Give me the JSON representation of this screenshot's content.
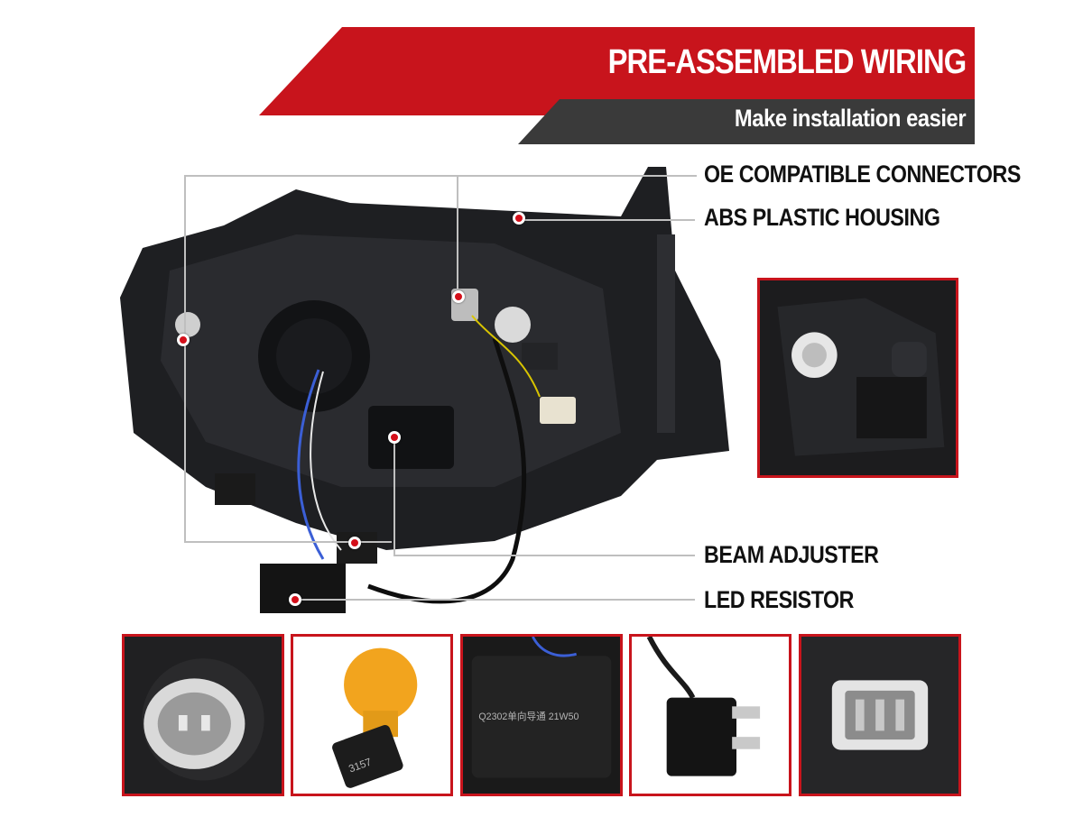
{
  "banner": {
    "title": "PRE-ASSEMBLED WIRING",
    "subtitle": "Make installation easier"
  },
  "callouts": [
    "OE COMPATIBLE CONNECTORS",
    "ABS PLASTIC HOUSING",
    "BEAM ADJUSTER",
    "LED RESISTOR"
  ],
  "insets": {
    "resistor_print": "Q2302单向导通 21W50",
    "bulb_print": "3157"
  },
  "colors": {
    "accent_red": "#c8141c",
    "banner_dark": "#3a3a3a",
    "housing": "#1e1f22",
    "text": "#111111"
  }
}
